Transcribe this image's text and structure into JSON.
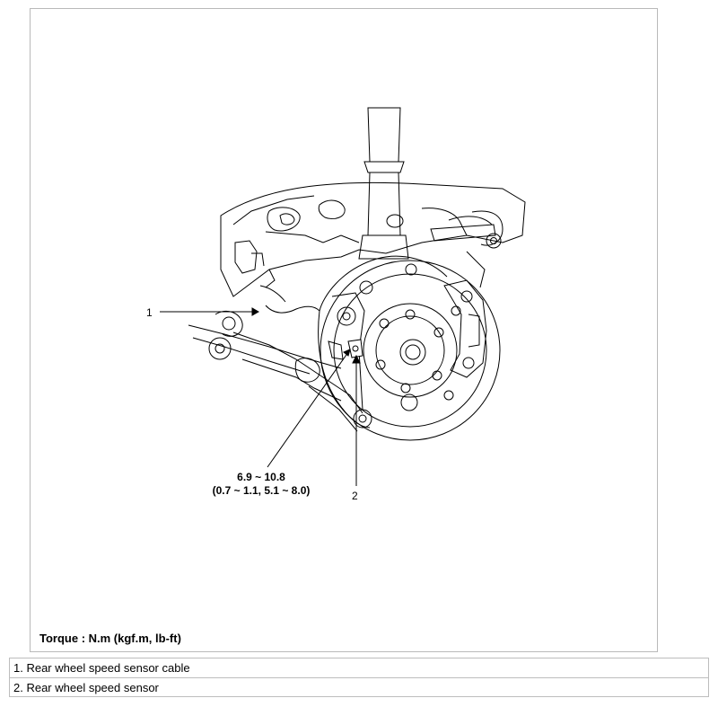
{
  "figure": {
    "callouts": [
      "1",
      "2"
    ],
    "torque_value": "6.9 ~ 10.8",
    "torque_value_alt": "(0.7 ~ 1.1, 5.1 ~ 8.0)",
    "torque_note": "Torque : N.m (kgf.m, lb-ft)"
  },
  "legend": {
    "items": [
      "1. Rear wheel speed sensor cable",
      "2. Rear wheel speed sensor"
    ]
  }
}
